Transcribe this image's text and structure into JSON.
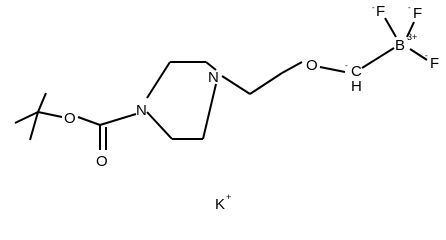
{
  "structure": {
    "atoms": {
      "O_ester": "O",
      "O_carbonyl": "O",
      "N_amide": "N",
      "N_amine": "N",
      "O_ether": "O",
      "C_methylene": "C",
      "H_methylene": "H",
      "B": "B",
      "F_top_left": "F",
      "F_top_right": "F",
      "F_right": "F",
      "K": "K"
    },
    "charges": {
      "B": "3+",
      "F_top_left": "-",
      "F_top_right": "-",
      "F_right": "-",
      "C_methylene": "-",
      "K": "+"
    }
  }
}
